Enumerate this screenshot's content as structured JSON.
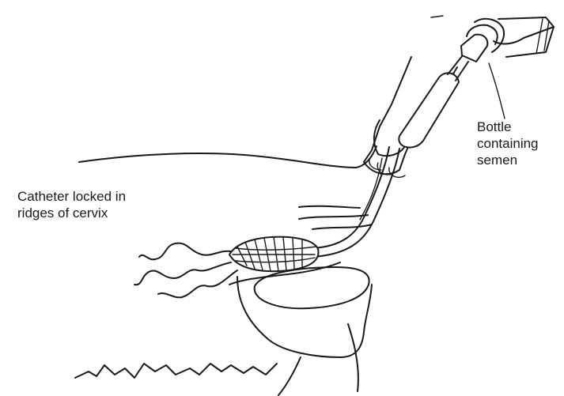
{
  "labels": {
    "catheter": [
      "Catheter locked in",
      "ridges of cervix"
    ],
    "bottle": [
      "Bottle",
      "containing",
      "semen"
    ]
  }
}
